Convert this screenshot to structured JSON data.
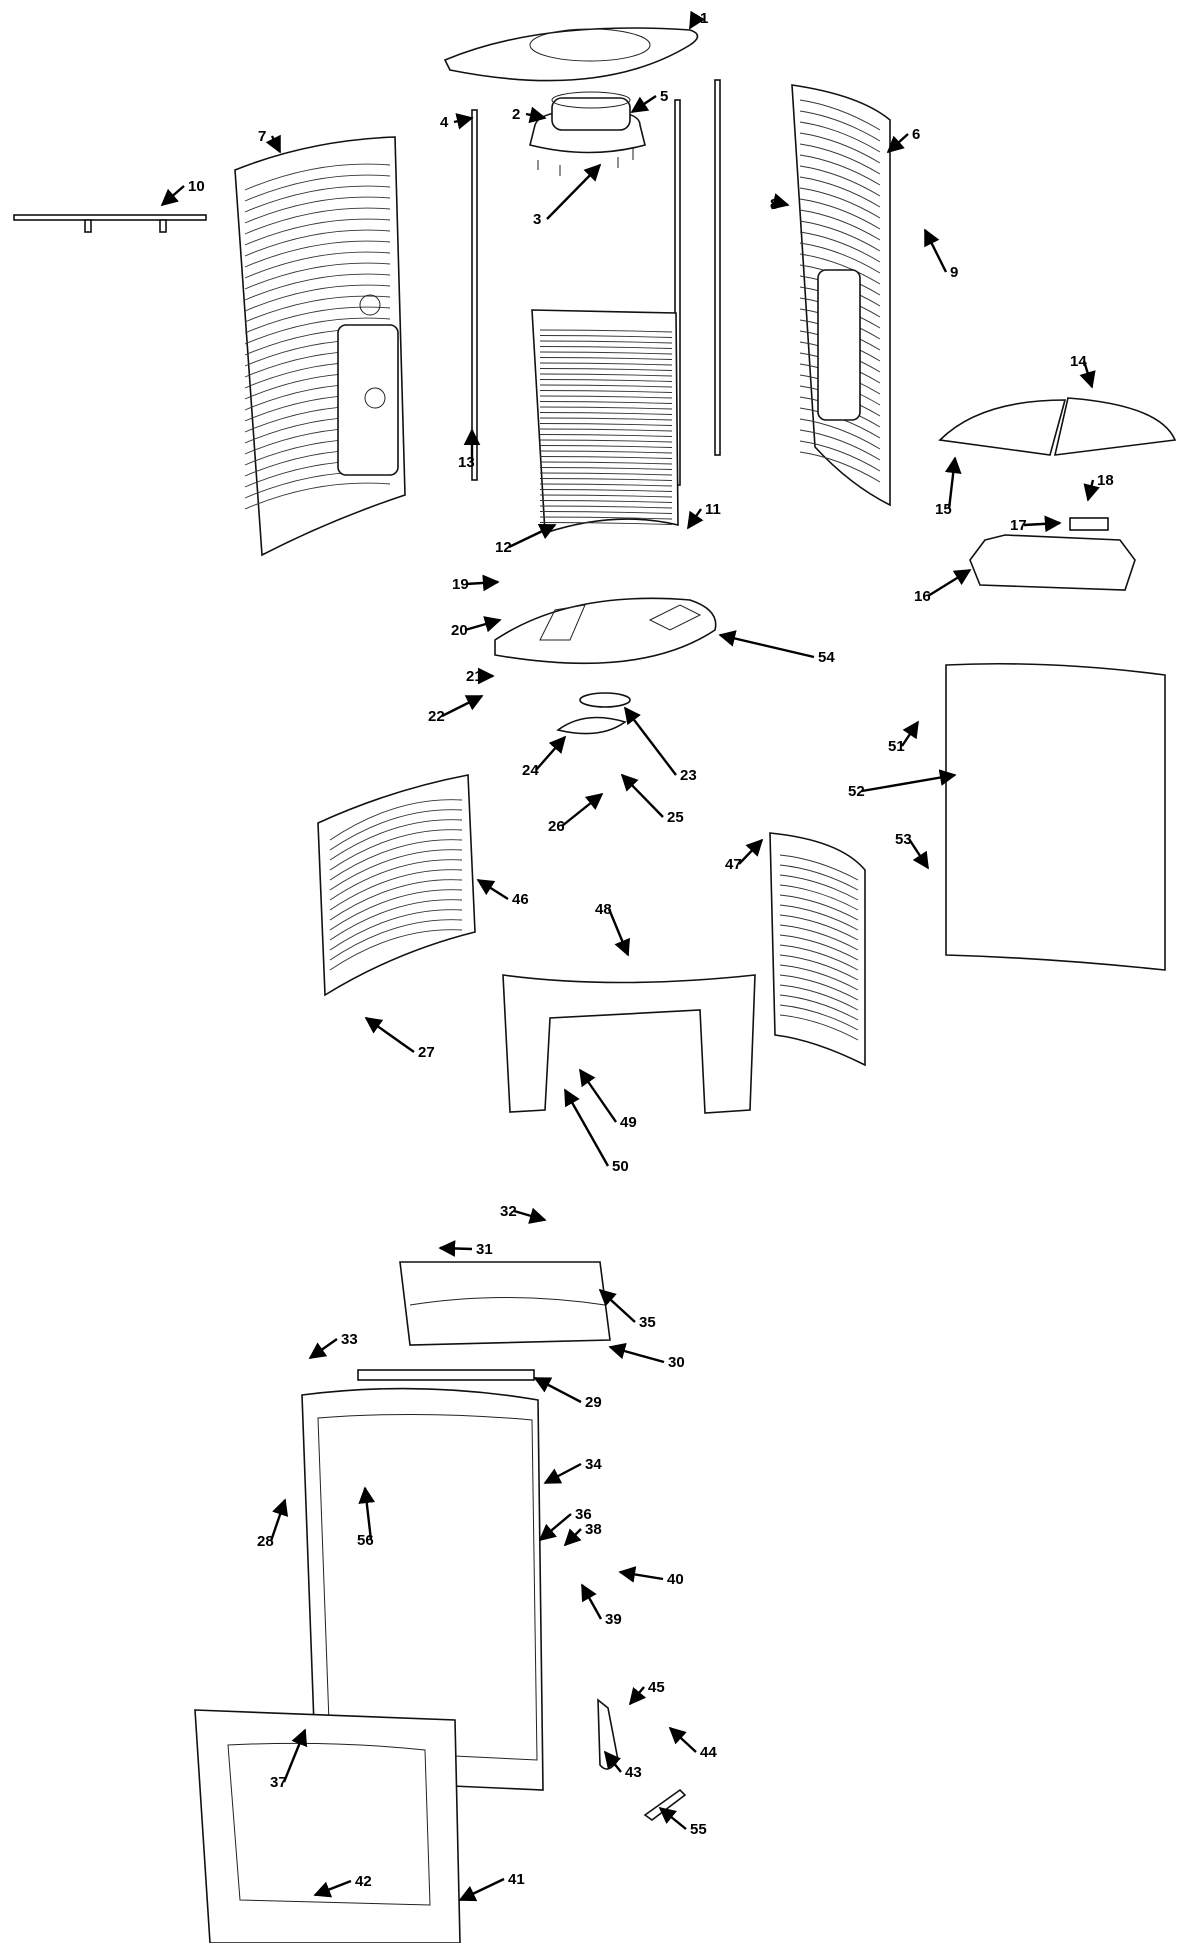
{
  "diagram": {
    "kind": "exploded-parts-view",
    "callouts": [
      "1",
      "2",
      "3",
      "4",
      "5",
      "6",
      "7",
      "8",
      "9",
      "10",
      "11",
      "12",
      "13",
      "14",
      "15",
      "16",
      "17",
      "18",
      "19",
      "20",
      "21",
      "22",
      "23",
      "24",
      "25",
      "26",
      "27",
      "28",
      "29",
      "30",
      "31",
      "32",
      "33",
      "34",
      "35",
      "36",
      "37",
      "38",
      "39",
      "40",
      "41",
      "42",
      "43",
      "44",
      "45",
      "46",
      "47",
      "48",
      "49",
      "50",
      "51",
      "52",
      "53",
      "54",
      "55",
      "56"
    ]
  }
}
